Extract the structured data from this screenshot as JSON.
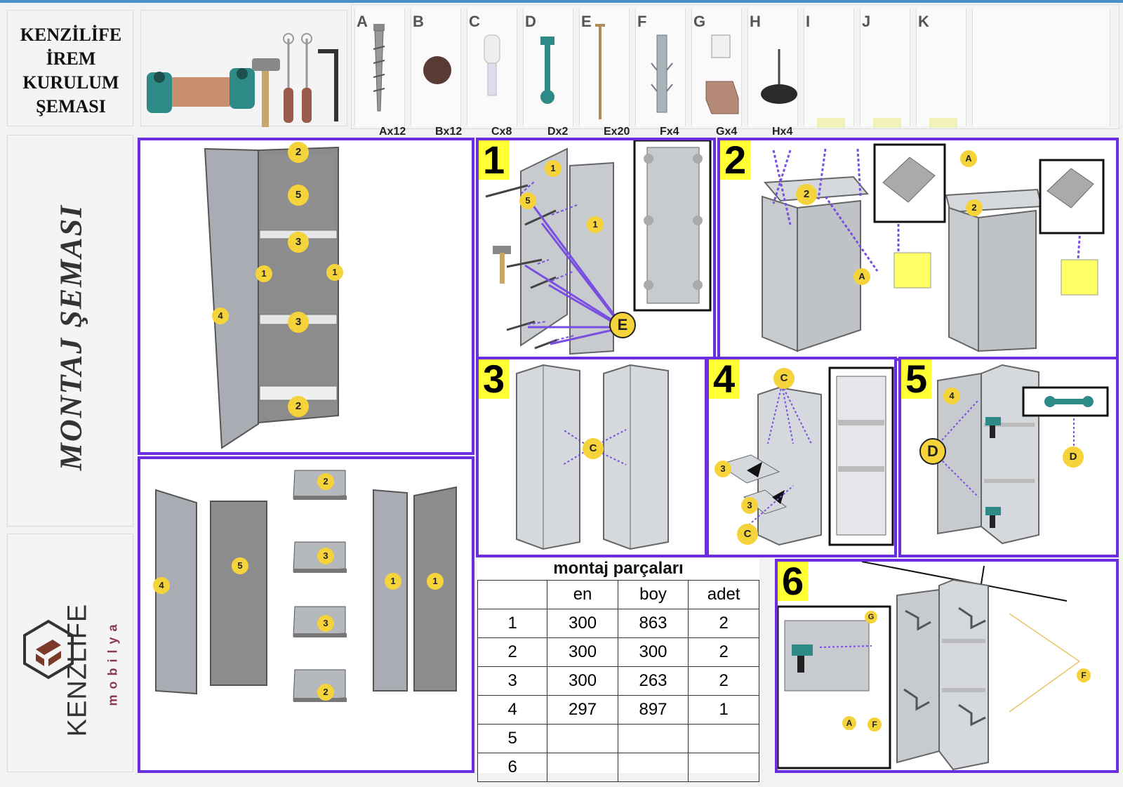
{
  "header": {
    "title_lines": [
      "KENZİLİFE",
      "İREM",
      "KURULUM",
      "ŞEMASI"
    ]
  },
  "sidebar": {
    "vertical_title": "MONTAJ ŞEMASI",
    "brand_name": "KENZLIFE",
    "brand_sub": "mobilya"
  },
  "hardware": [
    {
      "letter": "A",
      "qty": "Ax12",
      "icon": "screw-icon"
    },
    {
      "letter": "B",
      "qty": "Bx12",
      "icon": "cap-icon"
    },
    {
      "letter": "C",
      "qty": "Cx8",
      "icon": "shelf-pin-icon"
    },
    {
      "letter": "D",
      "qty": "Dx2",
      "icon": "hinge-icon"
    },
    {
      "letter": "E",
      "qty": "Ex20",
      "icon": "nail-icon"
    },
    {
      "letter": "F",
      "qty": "Fx4",
      "icon": "wall-plug-icon"
    },
    {
      "letter": "G",
      "qty": "Gx4",
      "icon": "bracket-icon"
    },
    {
      "letter": "H",
      "qty": "Hx4",
      "icon": "glide-icon"
    },
    {
      "letter": "I",
      "qty": "",
      "icon": ""
    },
    {
      "letter": "J",
      "qty": "",
      "icon": ""
    },
    {
      "letter": "K",
      "qty": "",
      "icon": ""
    }
  ],
  "steps": [
    "1",
    "2",
    "3",
    "4",
    "5",
    "6"
  ],
  "callouts": {
    "cabinet": [
      "2",
      "5",
      "3",
      "1",
      "1",
      "4",
      "3",
      "2"
    ],
    "parts": [
      "4",
      "5",
      "2",
      "3",
      "3",
      "2",
      "1",
      "1"
    ],
    "step1": [
      "1",
      "5",
      "1",
      "E"
    ],
    "step2": [
      "2",
      "A",
      "A",
      "2"
    ],
    "step3": [
      "C"
    ],
    "step4": [
      "C",
      "3",
      "3",
      "C"
    ],
    "step5": [
      "4",
      "D",
      "D"
    ],
    "step6": [
      "G",
      "A",
      "F",
      "F"
    ]
  },
  "parts_table": {
    "title": "montaj parçaları",
    "headers": [
      "",
      "en",
      "boy",
      "adet"
    ],
    "rows": [
      [
        "1",
        "300",
        "863",
        "2"
      ],
      [
        "2",
        "300",
        "300",
        "2"
      ],
      [
        "3",
        "300",
        "263",
        "2"
      ],
      [
        "4",
        "297",
        "897",
        "1"
      ],
      [
        "5",
        "",
        "",
        ""
      ],
      [
        "6",
        "",
        "",
        ""
      ]
    ]
  },
  "colors": {
    "frame": "#6a2ee0",
    "badge": "#f5d33a",
    "step_label": "#ffff33",
    "panel_dark": "#8c8c8c",
    "panel_light": "#a9adb3",
    "arrow": "#7a4fe0"
  }
}
